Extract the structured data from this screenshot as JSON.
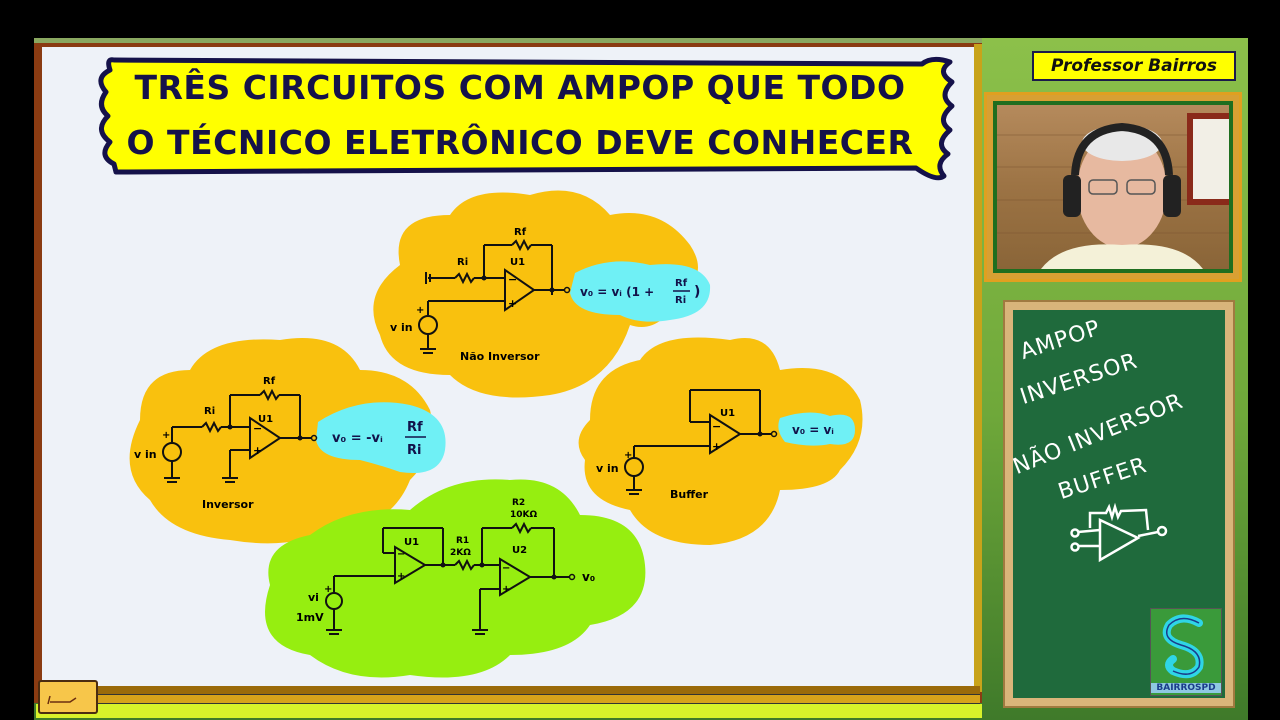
{
  "title": {
    "line1": "TRÊS CIRCUITOS COM AMPOP QUE TODO",
    "line2": "O TÉCNICO ELETRÔNICO DEVE CONHECER"
  },
  "presenter": {
    "name_label": "Professor Bairros"
  },
  "circuits": {
    "non_inverting": {
      "caption": "Não Inversor",
      "opamp": "U1",
      "rf": "Rf",
      "ri": "Ri",
      "source": "v in",
      "formula": "vo = vi (1 + Rf/Ri)",
      "formula_lhs": "v₀ = vᵢ (1 +",
      "formula_num": "Rf",
      "formula_den": "Ri",
      "formula_close": ")"
    },
    "inverting": {
      "caption": "Inversor",
      "opamp": "U1",
      "rf": "Rf",
      "ri": "Ri",
      "source": "v in",
      "formula": "vo = -vi Rf/Ri",
      "formula_lhs": "v₀ = -vᵢ",
      "formula_num": "Rf",
      "formula_den": "Ri"
    },
    "buffer": {
      "caption": "Buffer",
      "opamp": "U1",
      "source": "v in",
      "formula": "v₀ = vᵢ"
    },
    "cascade": {
      "opamp1": "U1",
      "opamp2": "U2",
      "r1": "R1",
      "r1_value": "2KΩ",
      "r2": "R2",
      "r2_value": "10KΩ",
      "source": "vi",
      "source_value": "1mV",
      "output": "v₀"
    }
  },
  "chalkboard": {
    "lines": [
      "AMPOP",
      "INVERSOR",
      "NÃO INVERSOR",
      "BUFFER"
    ]
  },
  "logo": {
    "text": "BAIRROSPD"
  },
  "colors": {
    "title_yellow": "#ffff00",
    "title_ink": "#15124a",
    "blob_orange": "#f9c10e",
    "blob_green": "#96ee10",
    "formula_cyan": "#6ff0f5",
    "chalkboard": "#1f6a3c",
    "whiteboard": "#eef2f8"
  }
}
